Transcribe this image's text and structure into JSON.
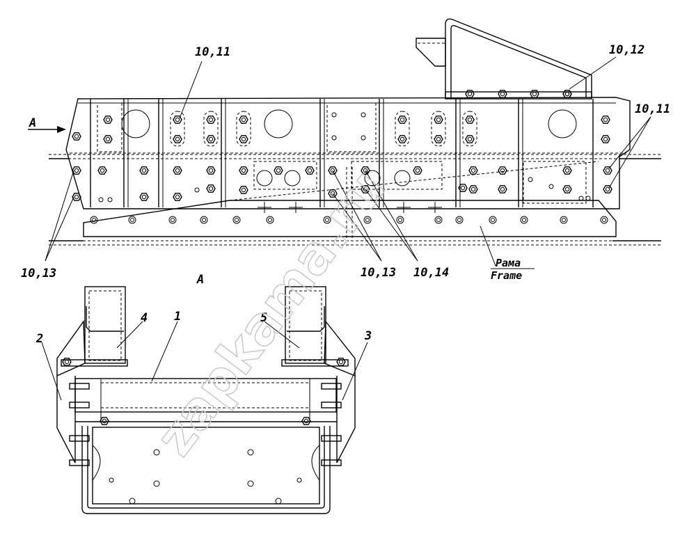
{
  "labels": {
    "top_left_10_11": "10,11",
    "top_right_10_12": "10,12",
    "right_10_11": "10,11",
    "view_arrow_a": "A",
    "left_10_13": "10,13",
    "mid_10_13": "10,13",
    "mid_10_14": "10,14",
    "frame_ru": "Рама",
    "frame_en": "Frame",
    "section_a": "A",
    "part_1": "1",
    "part_2": "2",
    "part_3": "3",
    "part_4": "4",
    "part_5": "5"
  },
  "watermark": "zapkama.ru"
}
